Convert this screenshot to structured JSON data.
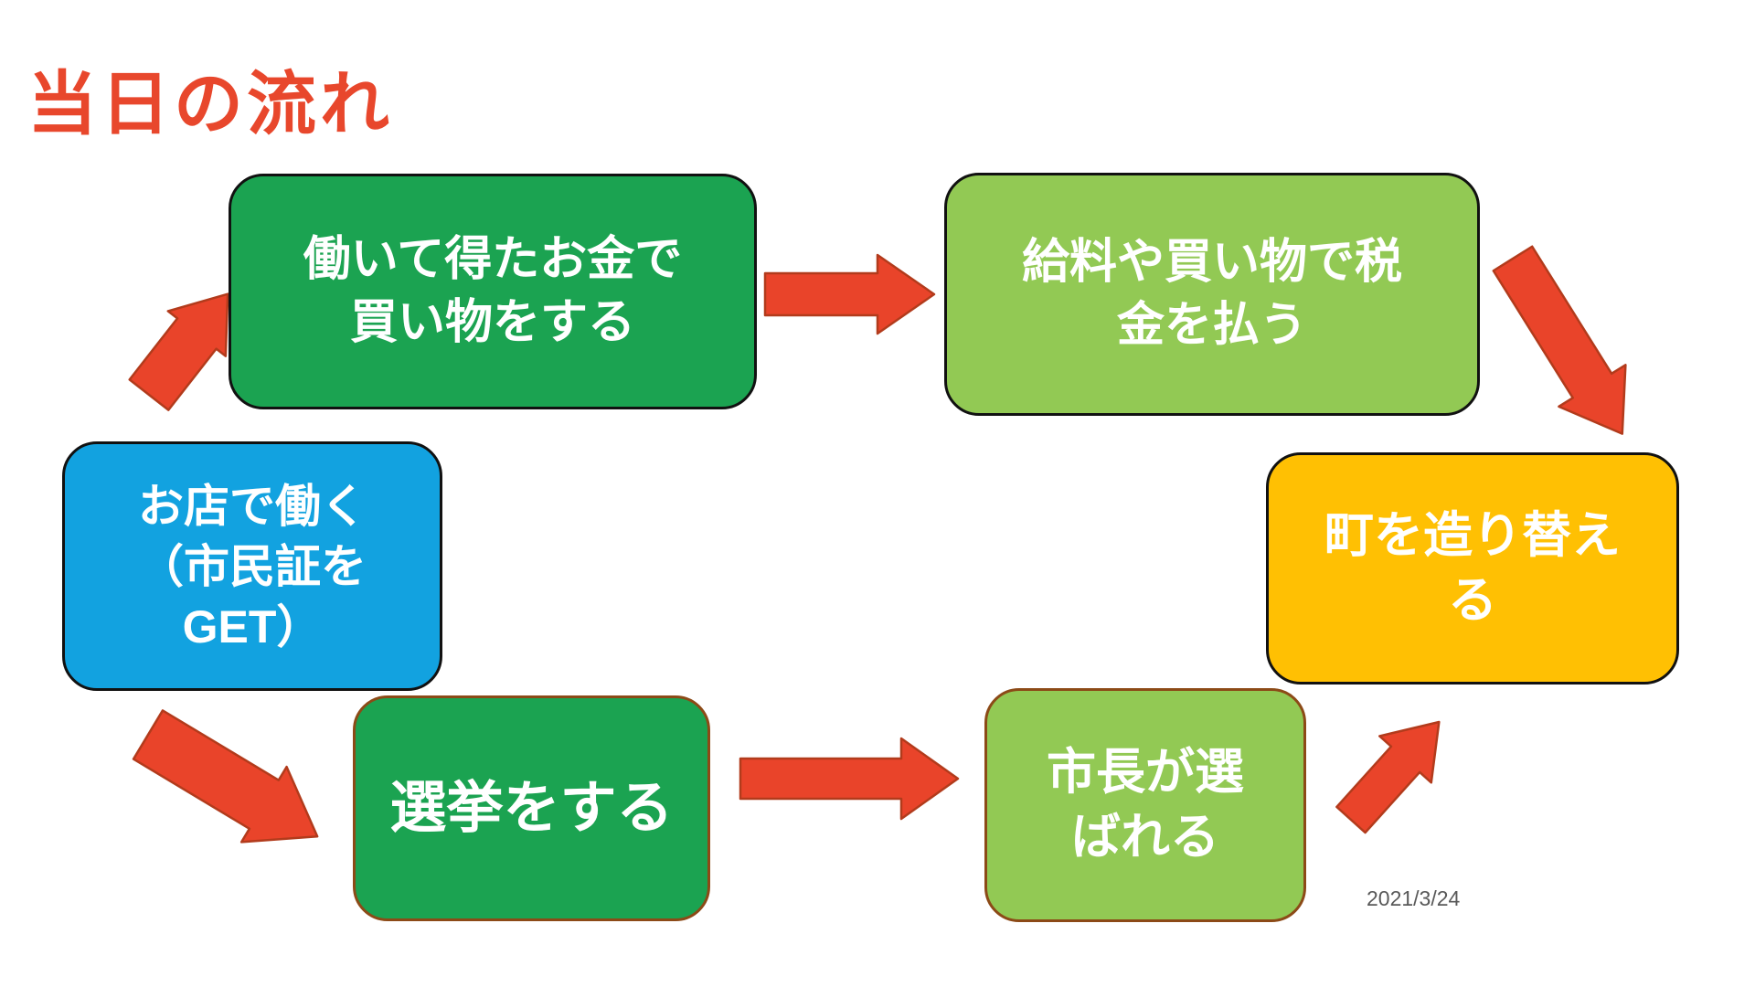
{
  "title": "当日の流れ",
  "date": "2021/3/24",
  "boxes": [
    {
      "id": "box-work-spend",
      "label": "働いて得たお金で\n買い物をする",
      "color": "#1BA351",
      "border": "#111111"
    },
    {
      "id": "box-pay-tax",
      "label": "給料や買い物で税\n金を払う",
      "color": "#92C954",
      "border": "#111111"
    },
    {
      "id": "box-rebuild-town",
      "label": "町を造り替え\nる",
      "color": "#FFC003",
      "border": "#111111"
    },
    {
      "id": "box-work-at-shop",
      "label": "お店で働く\n（市民証を\nGET）",
      "color": "#12A2E0",
      "border": "#111111"
    },
    {
      "id": "box-election",
      "label": "選挙をする",
      "color": "#1BA351",
      "border": "#8C4A17"
    },
    {
      "id": "box-mayor-elected",
      "label": "市長が選\nばれる",
      "color": "#92C954",
      "border": "#8C4A17"
    }
  ],
  "arrows": [
    {
      "id": "arrow-shop-to-work-spend",
      "from": "box-work-at-shop",
      "to": "box-work-spend"
    },
    {
      "id": "arrow-work-spend-to-pay-tax",
      "from": "box-work-spend",
      "to": "box-pay-tax"
    },
    {
      "id": "arrow-pay-tax-to-rebuild",
      "from": "box-pay-tax",
      "to": "box-rebuild-town"
    },
    {
      "id": "arrow-shop-to-election",
      "from": "box-work-at-shop",
      "to": "box-election"
    },
    {
      "id": "arrow-election-to-mayor",
      "from": "box-election",
      "to": "box-mayor-elected"
    },
    {
      "id": "arrow-mayor-to-rebuild",
      "from": "box-mayor-elected",
      "to": "box-rebuild-town"
    }
  ],
  "colors": {
    "title": "#E8472C",
    "arrow_fill": "#E9442A",
    "arrow_outline": "#B23B1C",
    "green": "#1BA351",
    "light_green": "#92C954",
    "yellow": "#FFC003",
    "blue": "#12A2E0",
    "date_gray": "#595959",
    "background": "#FFFFFF"
  }
}
